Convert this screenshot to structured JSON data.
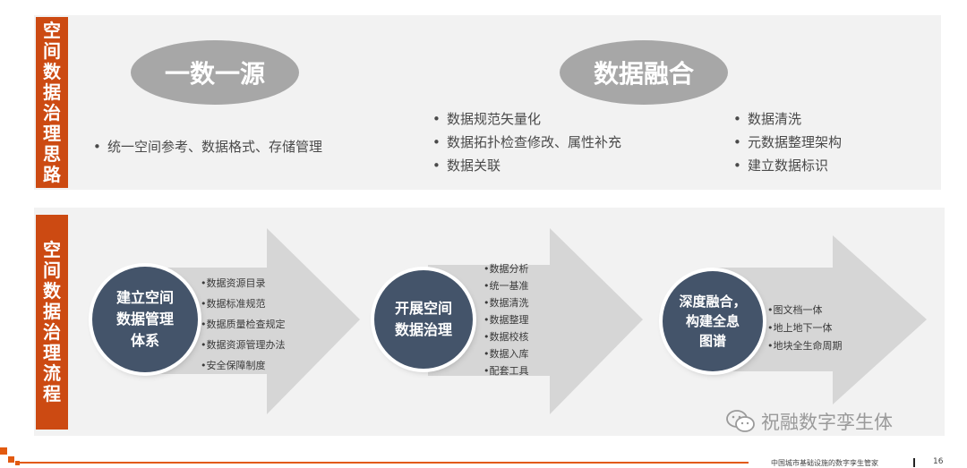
{
  "top": {
    "tab_label": "空间数据治理思路",
    "oval_left": "一数一源",
    "oval_right": "数据融合",
    "left_items": [
      "统一空间参考、数据格式、存储管理"
    ],
    "mid_items": [
      "数据规范矢量化",
      "数据拓扑检查修改、属性补充",
      "数据关联"
    ],
    "right_items": [
      "数据清洗",
      "元数据整理架构",
      "建立数据标识"
    ]
  },
  "bottom": {
    "tab_label": "空间数据治理流程",
    "steps": [
      {
        "circle_lines": [
          "建立空间",
          "数据管理",
          "体系"
        ],
        "items": [
          "数据资源目录",
          "数据标准规范",
          "数据质量检查规定",
          "数据资源管理办法",
          "安全保障制度"
        ]
      },
      {
        "circle_lines": [
          "开展空间",
          "数据治理"
        ],
        "items": [
          "数据分析",
          "统一基准",
          "数据清洗",
          "数据整理",
          "数据校核",
          "数据入库",
          "配套工具"
        ]
      },
      {
        "circle_lines": [
          "深度融合，",
          "构建全息",
          "图谱"
        ],
        "items": [
          "图文档一体",
          "地上地下一体",
          "地块全生命周期"
        ]
      }
    ]
  },
  "watermark": {
    "text": "祝融数字孪生体",
    "icon": "wechat-icon"
  },
  "footer": {
    "text": "中国城市基础设施的数字孪生管家",
    "page": "16"
  },
  "colors": {
    "accent": "#cc4a12",
    "circle": "#44546a",
    "oval": "#a7a7a7",
    "arrow": "#d6d6d6",
    "panel": "#f2f2f2"
  }
}
